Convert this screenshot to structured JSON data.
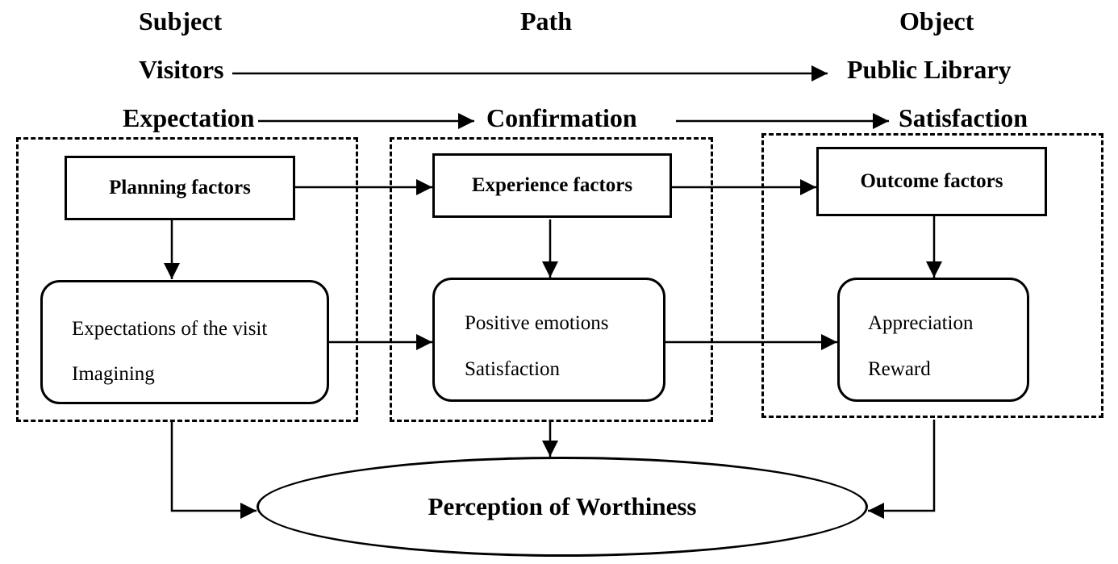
{
  "header": {
    "subject": "Subject",
    "path": "Path",
    "object": "Object",
    "visitors": "Visitors",
    "public_library": "Public Library",
    "expectation": "Expectation",
    "confirmation": "Confirmation",
    "satisfaction": "Satisfaction"
  },
  "factors": {
    "planning": "Planning factors",
    "experience": "Experience factors",
    "outcome": "Outcome factors"
  },
  "details": {
    "planning": {
      "line1": "Expectations of the visit",
      "line2": "Imagining"
    },
    "experience": {
      "line1": "Positive emotions",
      "line2": "Satisfaction"
    },
    "outcome": {
      "line1": "Appreciation",
      "line2": "Reward"
    }
  },
  "result": "Perception of Worthiness"
}
